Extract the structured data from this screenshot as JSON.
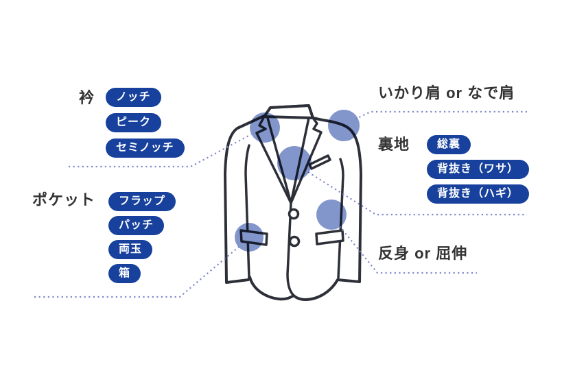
{
  "palette": {
    "pill_bg": "#17419c",
    "pill_text": "#ffffff",
    "heading_color": "#333333",
    "line_color": "#2d3038",
    "dot_color": "#7e88cf",
    "circle_color": "#8296cb",
    "canvas_bg": "#ffffff"
  },
  "groups": {
    "collar": {
      "heading": "衿",
      "pills": [
        "ノッチ",
        "ピーク",
        "セミノッチ"
      ]
    },
    "pocket": {
      "heading": "ポケット",
      "pills": [
        "フラップ",
        "パッチ",
        "両玉",
        "箱"
      ]
    },
    "shoulder": {
      "heading": "いかり肩 or なで肩"
    },
    "lining": {
      "heading": "裏地",
      "pills": [
        "総裏",
        "背抜き（ワサ）",
        "背抜き（ハギ）"
      ]
    },
    "posture": {
      "heading": "反身 or 屈伸"
    }
  }
}
